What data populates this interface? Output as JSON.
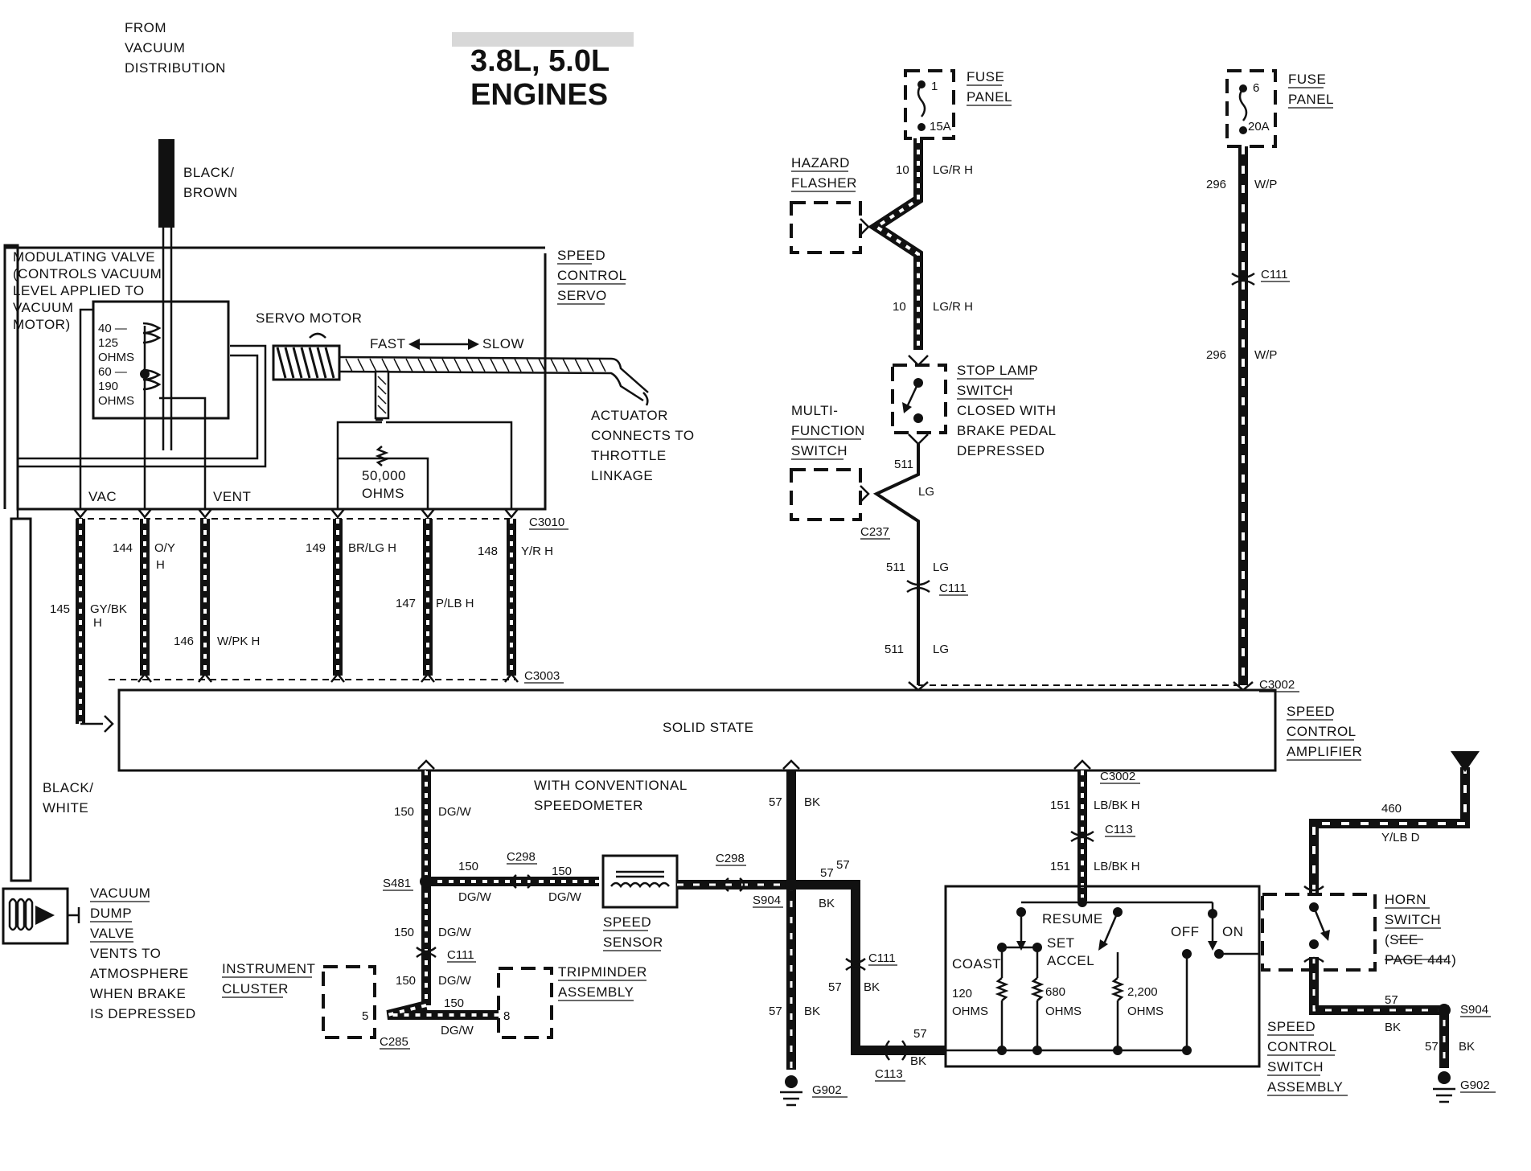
{
  "title": [
    "3.8L, 5.0L",
    "ENGINES"
  ],
  "from_vacuum": [
    "FROM",
    "VACUUM",
    "DISTRIBUTION"
  ],
  "hose_top": [
    "BLACK/",
    "BROWN"
  ],
  "hose_bottom": [
    "BLACK/",
    "WHITE"
  ],
  "modulating_valve": [
    "MODULATING VALVE",
    "(CONTROLS VACUUM",
    "LEVEL APPLIED TO",
    "VACUUM",
    "MOTOR)"
  ],
  "resistances_servo": [
    "40 —",
    "125",
    "OHMS",
    "60 —",
    "190",
    "OHMS"
  ],
  "servo_motor": "SERVO MOTOR",
  "fast": "FAST",
  "slow": "SLOW",
  "pot": [
    "50,000",
    "OHMS"
  ],
  "speed_control_servo": [
    "SPEED",
    "CONTROL",
    "SERVO"
  ],
  "actuator": [
    "ACTUATOR",
    "CONNECTS TO",
    "THROTTLE",
    "LINKAGE"
  ],
  "vac": "VAC",
  "vent": "VENT",
  "wires_servo": [
    {
      "num": "145",
      "color": [
        "GY/BK",
        "H"
      ]
    },
    {
      "num": "144",
      "color": [
        "O/Y",
        "H"
      ]
    },
    {
      "num": "146",
      "color": [
        "W/PK H"
      ]
    },
    {
      "num": "149",
      "color": [
        "BR/LG H"
      ]
    },
    {
      "num": "147",
      "color": [
        "P/LB H"
      ]
    },
    {
      "num": "148",
      "color": [
        "Y/R H"
      ]
    }
  ],
  "connectors": {
    "c3010": "C3010",
    "c3003": "C3003",
    "c3002_top": "C3002",
    "c3002_bottom": "C3002",
    "c111_w296": "C111",
    "c111_w511": "C111",
    "c111_w150": "C111",
    "c111_w57": "C111",
    "c237": "C237",
    "c298_a": "C298",
    "c298_b": "C298",
    "c285": "C285",
    "c113_a": "C113",
    "c113_b": "C113",
    "s481": "S481",
    "s904_a": "S904",
    "s904_b": "S904",
    "g902_a": "G902",
    "g902_b": "G902"
  },
  "fuse_left": {
    "top": "1",
    "rating": "15A",
    "label": [
      "FUSE",
      "PANEL"
    ]
  },
  "fuse_right": {
    "top": "6",
    "rating": "20A",
    "label": [
      "FUSE",
      "PANEL"
    ]
  },
  "hazard": [
    "HAZARD",
    "FLASHER"
  ],
  "multi": [
    "MULTI-",
    "FUNCTION",
    "SWITCH"
  ],
  "stop_lamp": [
    "STOP LAMP",
    "SWITCH",
    "CLOSED WITH",
    "BRAKE PEDAL",
    "DEPRESSED"
  ],
  "w10a": {
    "num": "10",
    "color": "LG/R H"
  },
  "w10b": {
    "num": "10",
    "color": "LG/R H"
  },
  "w511a": {
    "num": "511",
    "color": "LG"
  },
  "w511b": {
    "num": "511",
    "color": "LG"
  },
  "w511c": {
    "num": "511",
    "color": "LG"
  },
  "w296a": {
    "num": "296",
    "color": "W/P"
  },
  "w296b": {
    "num": "296",
    "color": "W/P"
  },
  "amplifier": "SOLID STATE",
  "amp_label": [
    "SPEED",
    "CONTROL",
    "AMPLIFIER"
  ],
  "conventional": [
    "WITH CONVENTIONAL",
    "SPEEDOMETER"
  ],
  "w150a": {
    "num": "150",
    "color": "DG/W"
  },
  "w150b": {
    "num": "150",
    "color": "DG/W"
  },
  "w150c": {
    "num": "150",
    "color": "DG/W"
  },
  "w150d": {
    "num": "150",
    "color": "DG/W"
  },
  "w150e": {
    "num": "150",
    "color": "DG/W"
  },
  "w150f": {
    "num": "150",
    "color": "DG/W"
  },
  "w57a": {
    "num": "57",
    "color": "BK"
  },
  "w57b": {
    "num": "57",
    "color": "BK"
  },
  "w57c": {
    "num": "57",
    "color": "BK"
  },
  "w57d": {
    "num": "57",
    "color": "BK"
  },
  "w57e": {
    "num": "57",
    "color": "BK"
  },
  "w57f": {
    "num": "57",
    "color": "BK"
  },
  "w57g": {
    "num": "57",
    "color": "BK"
  },
  "w151a": {
    "num": "151",
    "color": "LB/BK H"
  },
  "w151b": {
    "num": "151",
    "color": "LB/BK H"
  },
  "w460": {
    "num": "460",
    "color": "Y/LB D"
  },
  "speed_sensor": [
    "SPEED",
    "SENSOR"
  ],
  "instrument_cluster": [
    "INSTRUMENT",
    "CLUSTER"
  ],
  "tripminder": [
    "TRIPMINDER",
    "ASSEMBLY"
  ],
  "cluster_pin": "5",
  "trip_pin": "8",
  "vacuum_dump": [
    "VACUUM",
    "DUMP",
    "VALVE",
    "VENTS TO",
    "ATMOSPHERE",
    "WHEN BRAKE",
    "IS DEPRESSED"
  ],
  "switch_assy": {
    "resume": "RESUME",
    "set": "SET",
    "accel": "ACCEL",
    "coast": "COAST",
    "off": "OFF",
    "on": "ON",
    "r1": [
      "120",
      "OHMS"
    ],
    "r2": [
      "680",
      "OHMS"
    ],
    "r3": [
      "2,200",
      "OHMS"
    ],
    "label": [
      "SPEED",
      "CONTROL",
      "SWITCH",
      "ASSEMBLY"
    ]
  },
  "horn": [
    "HORN",
    "SWITCH",
    "(SEE",
    "PAGE 444)"
  ]
}
